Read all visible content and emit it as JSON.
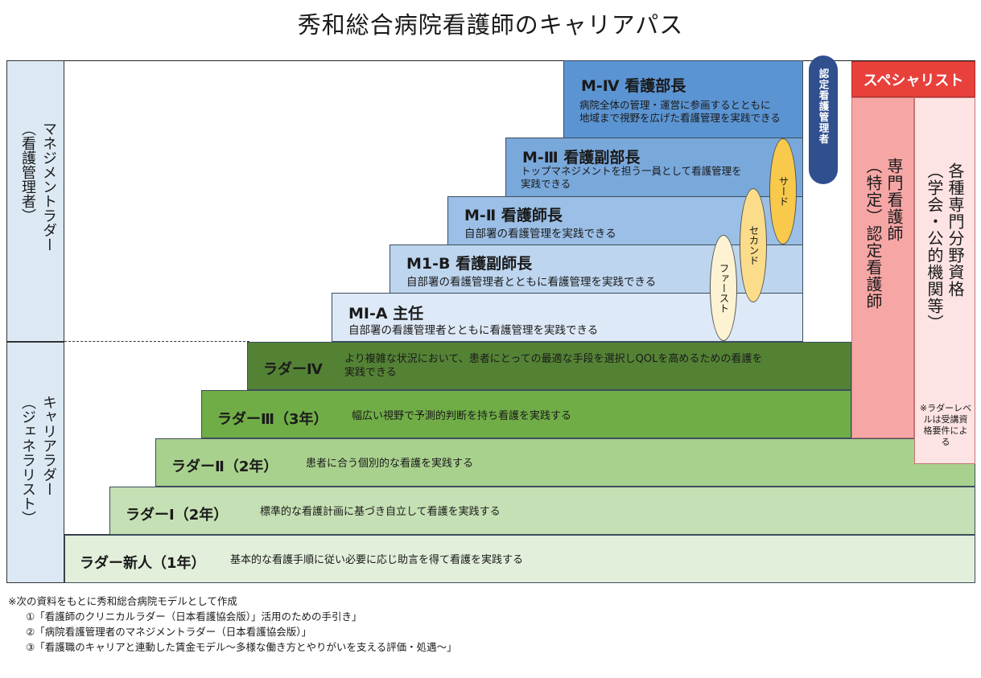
{
  "title": "秀和総合病院看護師のキャリアパス",
  "left_labels": {
    "management_1": "マネジメントラダー",
    "management_2": "（看護管理者）",
    "career_1": "キャリアラダー",
    "career_2": "（ジェネラリスト）"
  },
  "management": {
    "m4": {
      "title": "M-Ⅳ 看護部長",
      "desc1": "病院全体の管理・運営に参画するとともに",
      "desc2": "地域まで視野を広げた看護管理を実践できる"
    },
    "m3": {
      "title": "M-Ⅲ 看護副部長",
      "desc1": "トップマネジメントを担う一員として看護管理を",
      "desc2": "実践できる"
    },
    "m2": {
      "title": "M-Ⅱ 看護師長",
      "desc": "自部署の看護管理を実践できる"
    },
    "m1b": {
      "title": "M1-B 看護副師長",
      "desc": "自部署の看護管理者とともに看護管理を実践できる"
    },
    "m1a": {
      "title": "MⅠ-A 主任",
      "desc": "自部署の看護管理者とともに看護管理を実践できる"
    }
  },
  "training_levels": {
    "first": "ファースト",
    "second": "セカンド",
    "third": "サード"
  },
  "certified_manager": "認定看護管理者",
  "career": {
    "l4": {
      "title": "ラダーⅣ",
      "desc1": "より複雑な状況において、患者にとっての最適な手段を選択しQOLを高めるための看護を",
      "desc2": "実践できる"
    },
    "l3": {
      "title": "ラダーⅢ（3年）",
      "desc": "幅広い視野で予測的判断を持ち看護を実践する"
    },
    "l2": {
      "title": "ラダーⅡ（2年）",
      "desc": "患者に合う個別的な看護を実践する"
    },
    "l1": {
      "title": "ラダーⅠ（2年）",
      "desc": "標準的な看護計画に基づき自立して看護を実践する"
    },
    "l0": {
      "title": "ラダー新人（1年）",
      "desc": "基本的な看護手順に従い必要に応じ助言を得て看護を実践する"
    }
  },
  "specialist": {
    "header": "スペシャリスト",
    "col1_1": "専門看護師",
    "col1_2": "（特定）認定看護師",
    "col2_1": "各種専門分野資格",
    "col2_2": "（学会・公的機関等）",
    "note1": "※ラダーレベ",
    "note2": "ルは受講資",
    "note3": "格要件によ",
    "note4": "る"
  },
  "footnotes": {
    "intro": "※次の資料をもとに秀和総合病院モデルとして作成",
    "ref1": "①「看護師のクリニカルラダー（日本看護協会版）」活用のための手引き」",
    "ref2": "②「病院看護管理者のマネジメントラダー（日本看護協会版）」",
    "ref3": "③「看護職のキャリアと連動した賃金モデル～多様な働き方とやりがいを支える評価・処遇～」"
  },
  "colors": {
    "m4": "#5b94d2",
    "m3": "#79a8db",
    "m2": "#9bbfe6",
    "m1b": "#bdd5ee",
    "m1a": "#dde9f6",
    "l4": "#548235",
    "l3": "#70ad47",
    "l2": "#a9d18e",
    "l1": "#c5e0b4",
    "l0": "#e2efda",
    "specialist_red": "#e8413c",
    "badge_navy": "#2f4f8f",
    "oval_gold": "#f8c94b"
  }
}
